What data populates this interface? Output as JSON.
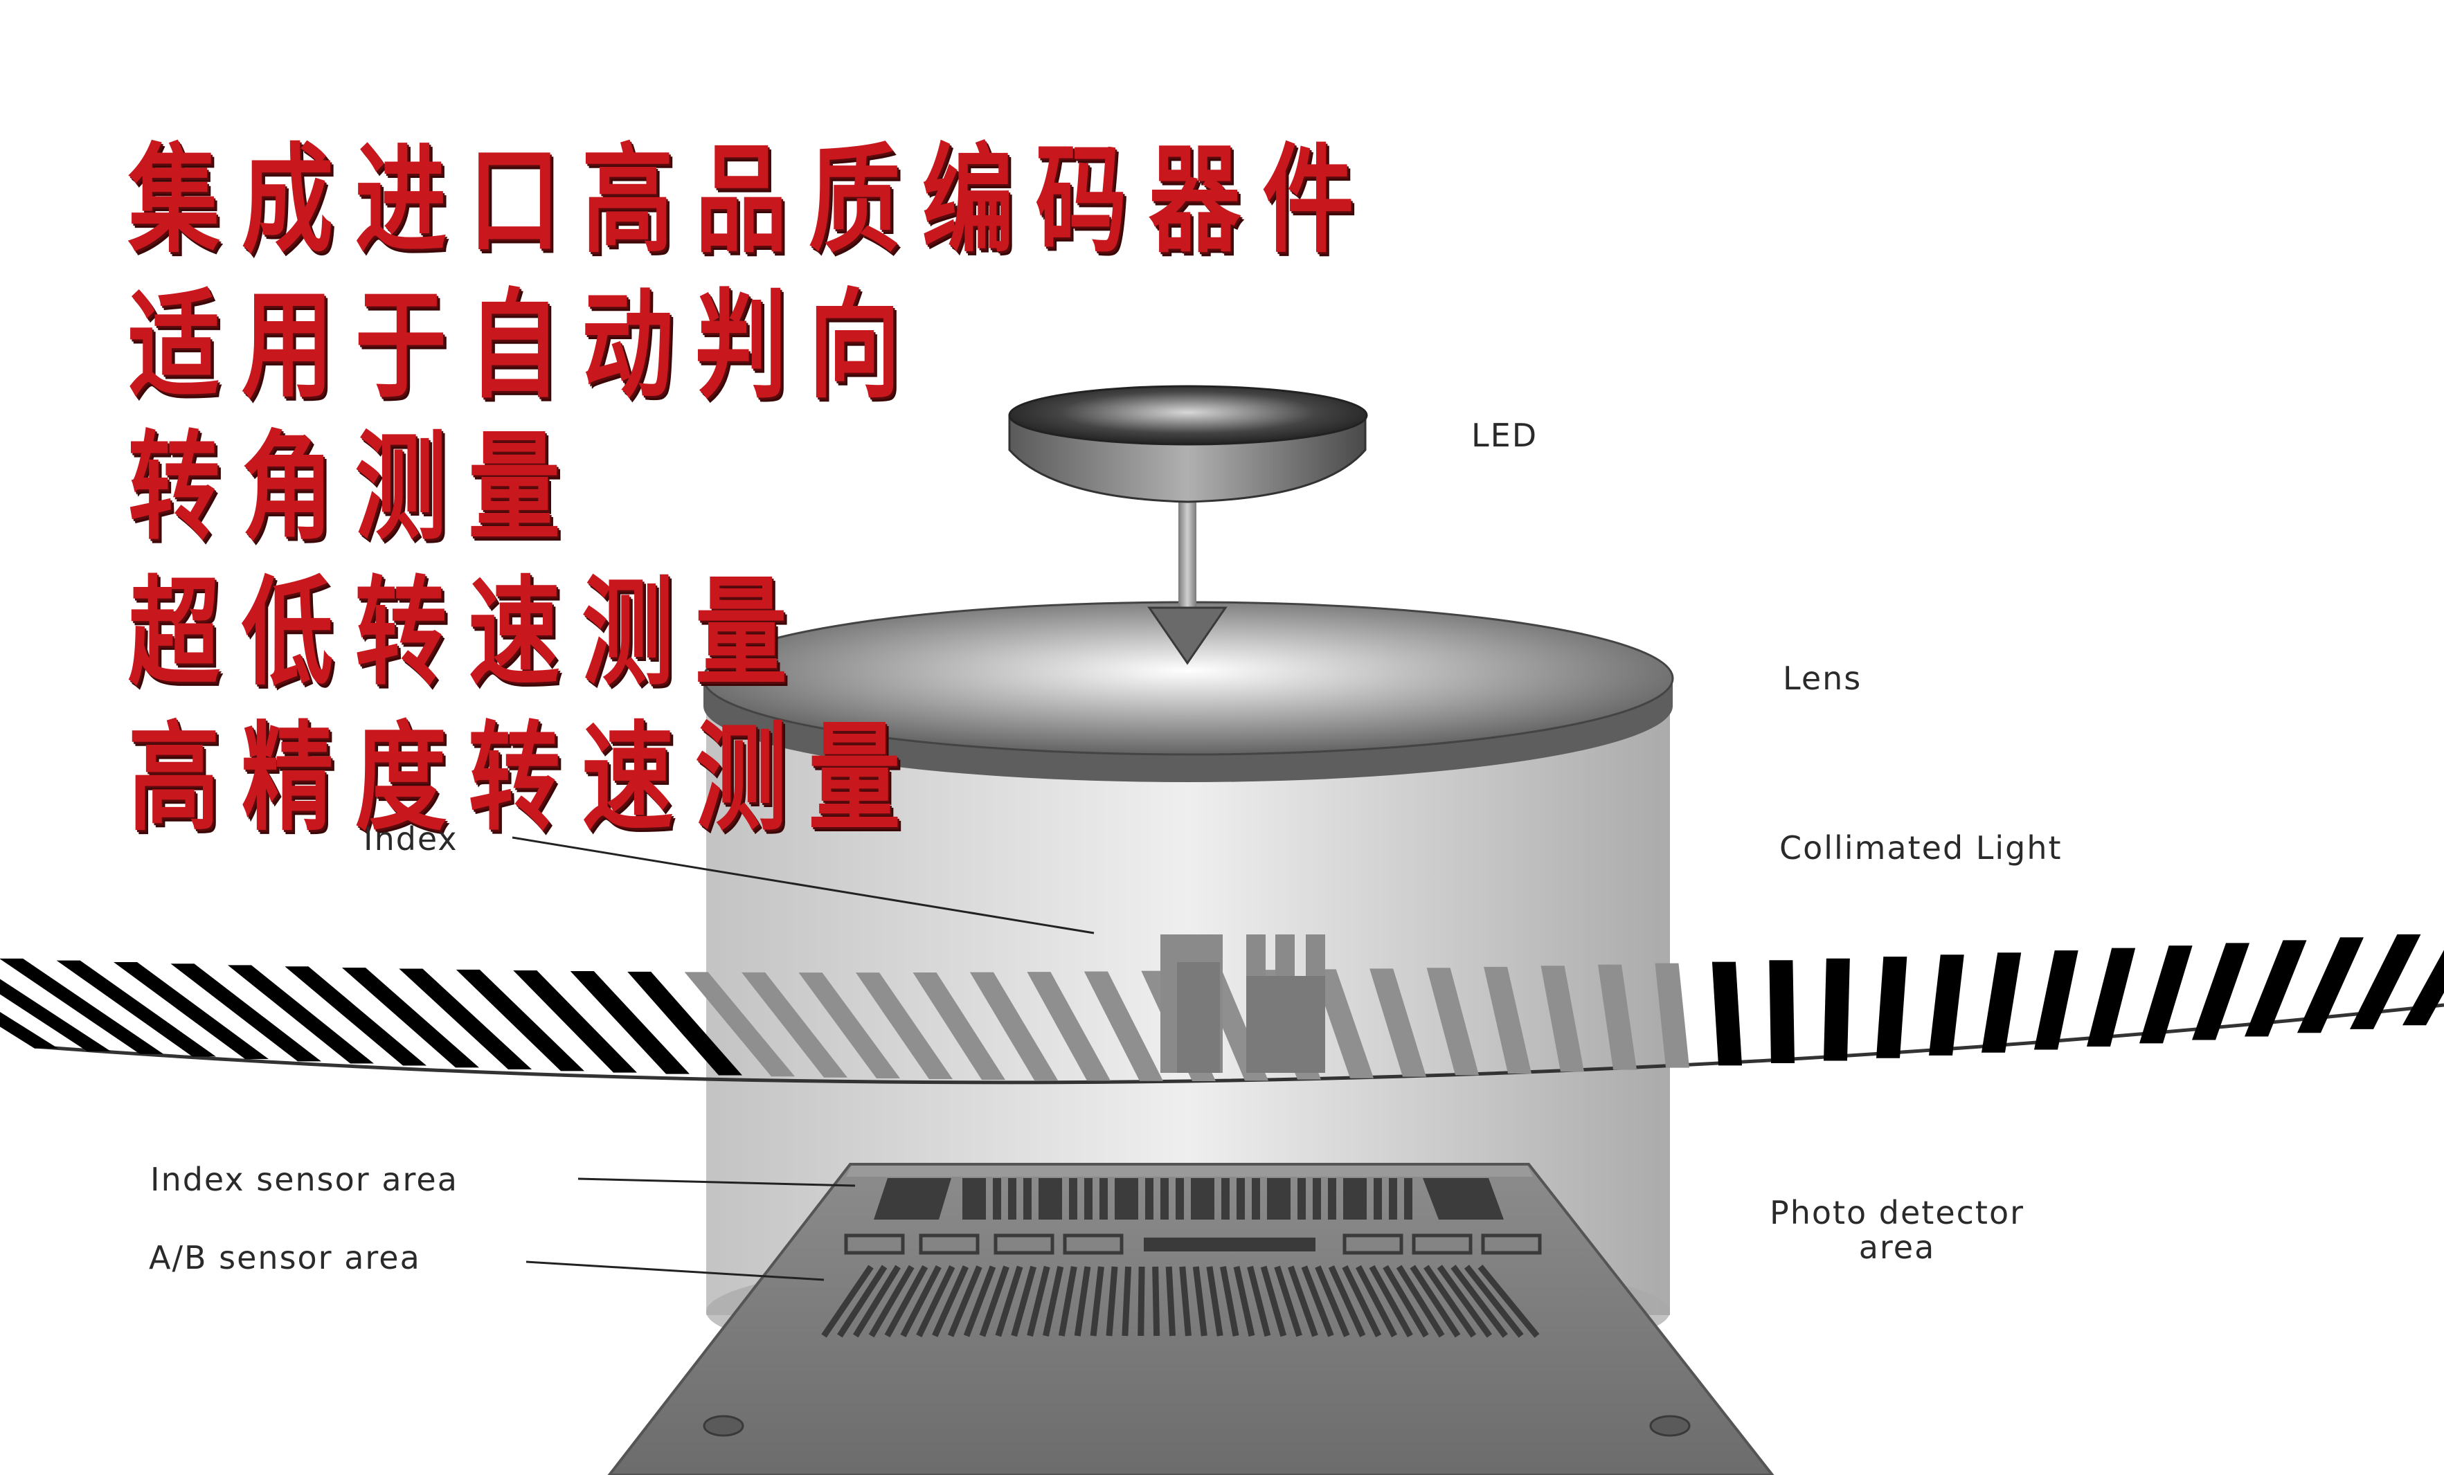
{
  "feature_list": [
    "集成进口高品质编码器件",
    "适用于自动判向",
    "转角测量",
    "超低转速测量",
    "高精度转速测量"
  ],
  "diagram_labels": {
    "led": "LED",
    "lens": "Lens",
    "collimated_light": "Collimated Light",
    "index": "Index",
    "index_sensor_area": "Index sensor area",
    "ab_sensor_area": "A/B sensor area",
    "photo_detector_line1": "Photo detector",
    "photo_detector_line2": "area"
  },
  "colors": {
    "title_text": "#c8181e",
    "label_text": "#2a2a2a",
    "code_wheel_bars": "#000000"
  }
}
